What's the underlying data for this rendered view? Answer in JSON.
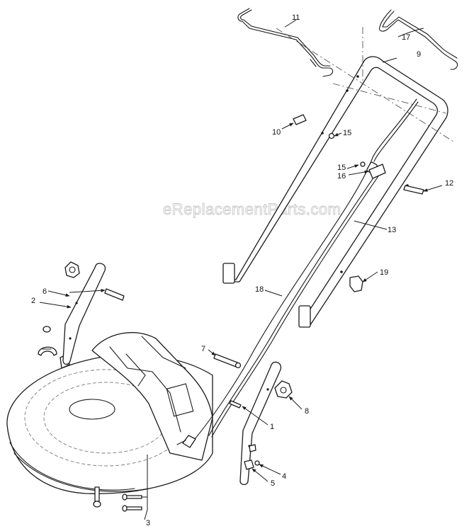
{
  "watermark": "eReplacementParts.com",
  "callouts": {
    "c1": "1",
    "c2": "2",
    "c3": "3",
    "c4": "4",
    "c5": "5",
    "c6": "6",
    "c7": "7",
    "c8": "8",
    "c9": "9",
    "c10": "10",
    "c11": "11",
    "c12": "12",
    "c13": "13",
    "c15a": "15",
    "c15b": "15",
    "c16": "16",
    "c17": "17",
    "c18": "18",
    "c19": "19"
  }
}
